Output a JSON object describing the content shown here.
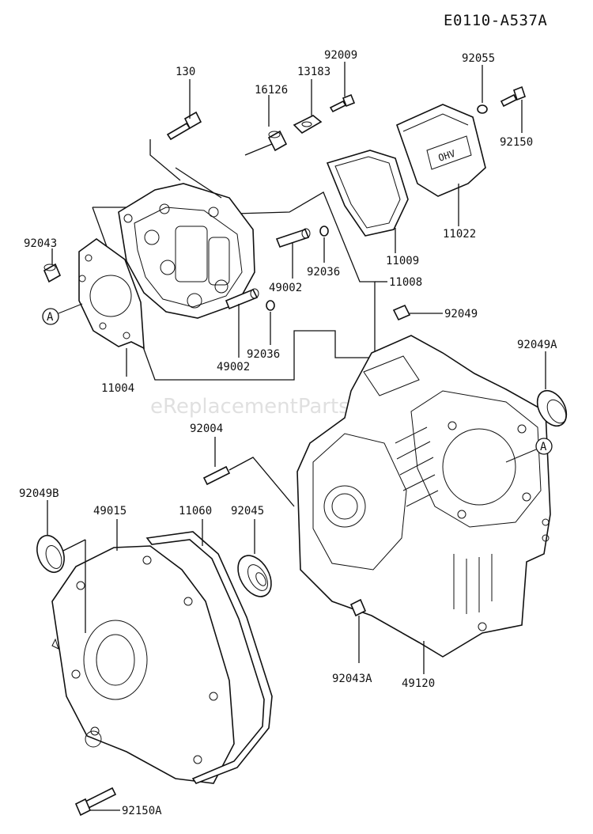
{
  "diagram_code": "E0110-A537A",
  "watermark": "eReplacementParts.com",
  "callouts": {
    "p130": "130",
    "p16126": "16126",
    "p13183": "13183",
    "p92009": "92009",
    "p92055": "92055",
    "p92150": "92150",
    "p11022": "11022",
    "p92043": "92043",
    "p11009": "11009",
    "p92036a": "92036",
    "p49002a": "49002",
    "p11008": "11008",
    "p92049": "92049",
    "p92036b": "92036",
    "p49002b": "49002",
    "p92049A": "92049A",
    "p11004": "11004",
    "p92004": "92004",
    "p92049B": "92049B",
    "p49015": "49015",
    "p11060": "11060",
    "p92045": "92045",
    "p92043A": "92043A",
    "p49120": "49120",
    "p92150A": "92150A"
  },
  "reference_markers": {
    "a1": "A",
    "a2": "A"
  },
  "valve_cover_lettering": "OHV"
}
